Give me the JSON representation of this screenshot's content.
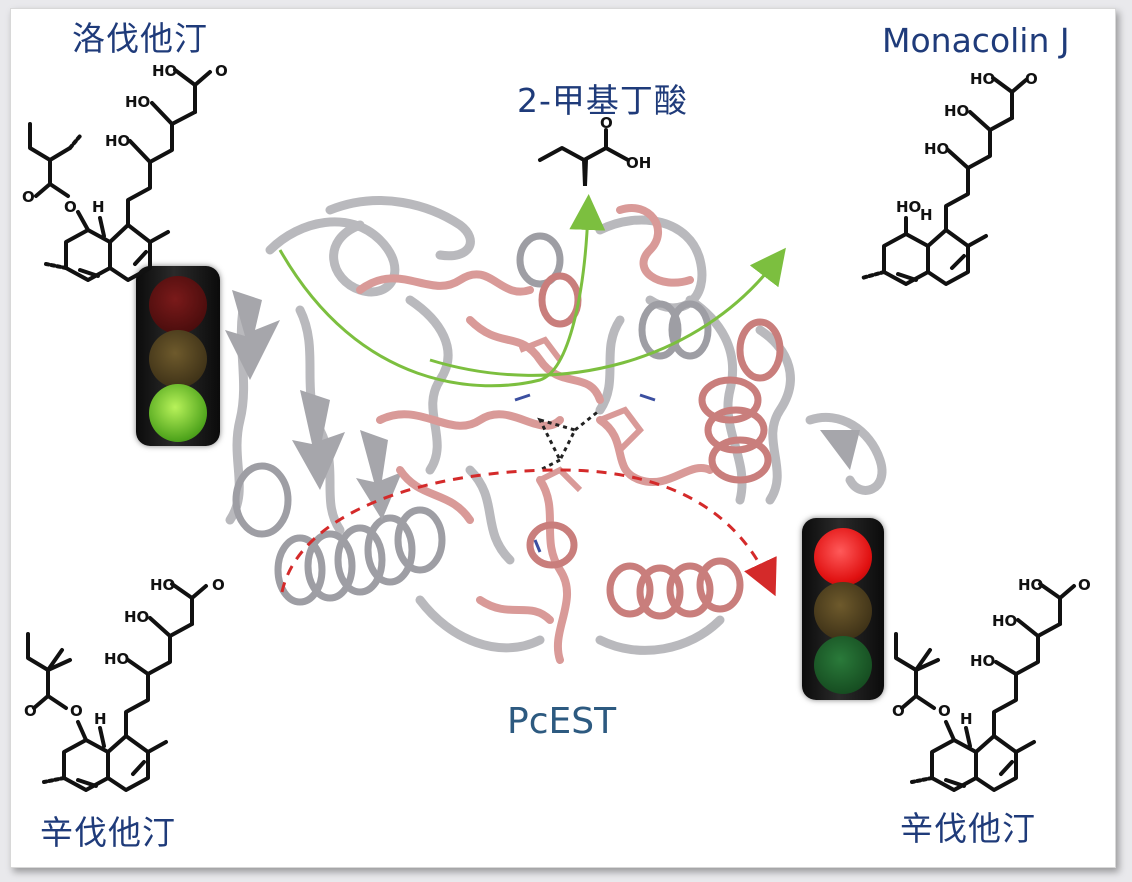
{
  "labels": {
    "lovastatin": "洛伐他汀",
    "monacolin_j": "Monacolin J",
    "methylbutyric_acid": "2-甲基丁酸",
    "simvastatin_left": "辛伐他汀",
    "simvastatin_right": "辛伐他汀",
    "enzyme": "PcEST"
  },
  "atom_labels": {
    "hydroxyl_acid": "HO",
    "carbonyl_o": "O",
    "hydroxyl": "HO",
    "oh": "OH",
    "hydrogen": "H",
    "ester_o": "O"
  },
  "traffic_lights": {
    "left": {
      "active": "green",
      "states": [
        "red-dim",
        "yellow-dim",
        "green-on"
      ]
    },
    "right": {
      "active": "red",
      "states": [
        "red-on",
        "yellow-dim",
        "green-dim"
      ]
    }
  },
  "pathways": {
    "allowed": {
      "style": "solid",
      "color": "#7cbf3f"
    },
    "blocked": {
      "style": "dashed",
      "color": "#d42a2a"
    }
  },
  "colors": {
    "label_text": "#1f3b7a",
    "protein_gray": "#b8b8bc",
    "protein_pink": "#d99a98"
  }
}
